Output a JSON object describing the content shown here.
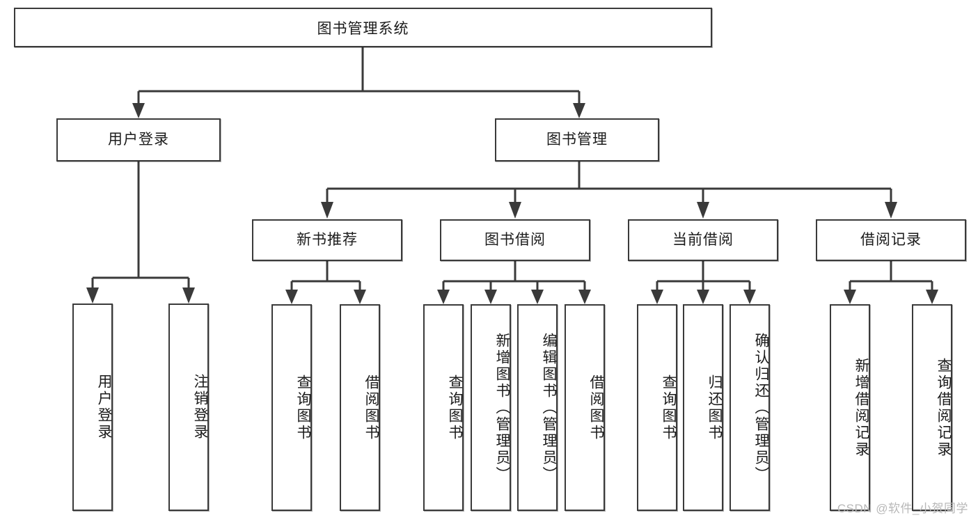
{
  "diagram": {
    "title": "图书管理系统",
    "type": "tree",
    "orientation": "top-down",
    "colors": {
      "background": "#ffffff",
      "node_fill": "#ffffff",
      "node_border": "#3a3a3a",
      "edge": "#3a3a3a",
      "text": "#1b1b1b",
      "watermark": "#b8b8b8"
    },
    "root": {
      "label": "图书管理系统"
    },
    "level1": [
      {
        "label": "用户登录"
      },
      {
        "label": "图书管理"
      }
    ],
    "level2": [
      {
        "label": "新书推荐"
      },
      {
        "label": "图书借阅"
      },
      {
        "label": "当前借阅"
      },
      {
        "label": "借阅记录"
      }
    ],
    "leaves": {
      "user_login": [
        {
          "label": "用户登录"
        },
        {
          "label": "注销登录"
        }
      ],
      "new_book": [
        {
          "label": "查询图书"
        },
        {
          "label": "借阅图书"
        }
      ],
      "book_borrow": [
        {
          "label": "查询图书"
        },
        {
          "label": "新增图书（管理员）"
        },
        {
          "label": "编辑图书（管理员）"
        },
        {
          "label": "借阅图书"
        }
      ],
      "current_borrow": [
        {
          "label": "查询图书"
        },
        {
          "label": "归还图书"
        },
        {
          "label": "确认归还（管理员）"
        }
      ],
      "borrow_record": [
        {
          "label": "新增借阅记录"
        },
        {
          "label": "查询借阅记录"
        }
      ]
    }
  },
  "watermark": {
    "text": "CSDN @软件_小贺同学"
  }
}
